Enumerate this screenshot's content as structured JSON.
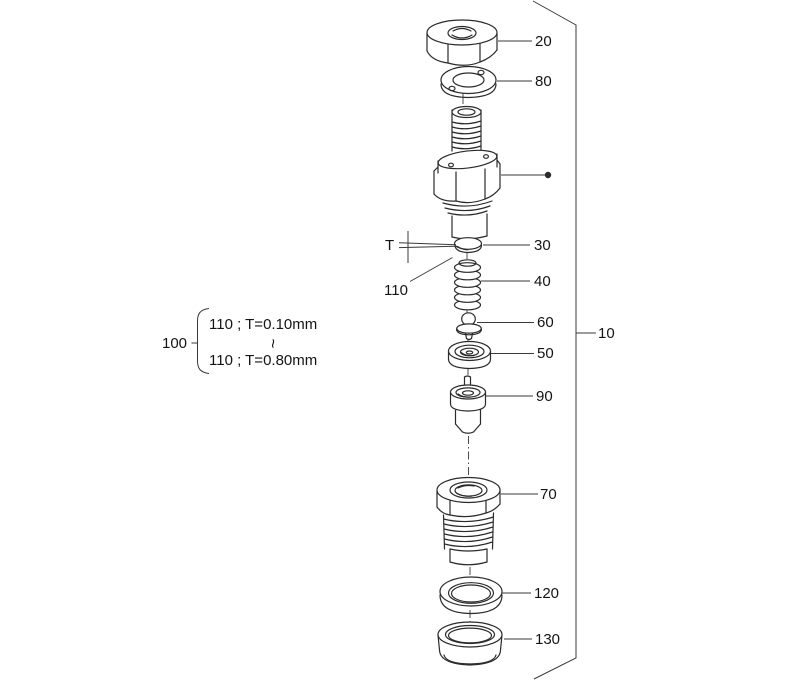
{
  "diagram": {
    "callouts": [
      {
        "label": "20"
      },
      {
        "label": "80"
      },
      {
        "label": "30"
      },
      {
        "label": "40"
      },
      {
        "label": "60"
      },
      {
        "label": "50"
      },
      {
        "label": "90"
      },
      {
        "label": "70"
      },
      {
        "label": "120"
      },
      {
        "label": "130"
      }
    ],
    "assembly_callout": {
      "label": "10"
    },
    "shim_callout": {
      "label": "110"
    },
    "thickness_label": "T",
    "note": {
      "group_label": "100",
      "line1": "110 ; T=0.10mm",
      "separator": "~",
      "line2": "110 ; T=0.80mm"
    },
    "colors": {
      "background": "#ffffff",
      "line": "#2b2b2b",
      "text": "#141414"
    }
  }
}
